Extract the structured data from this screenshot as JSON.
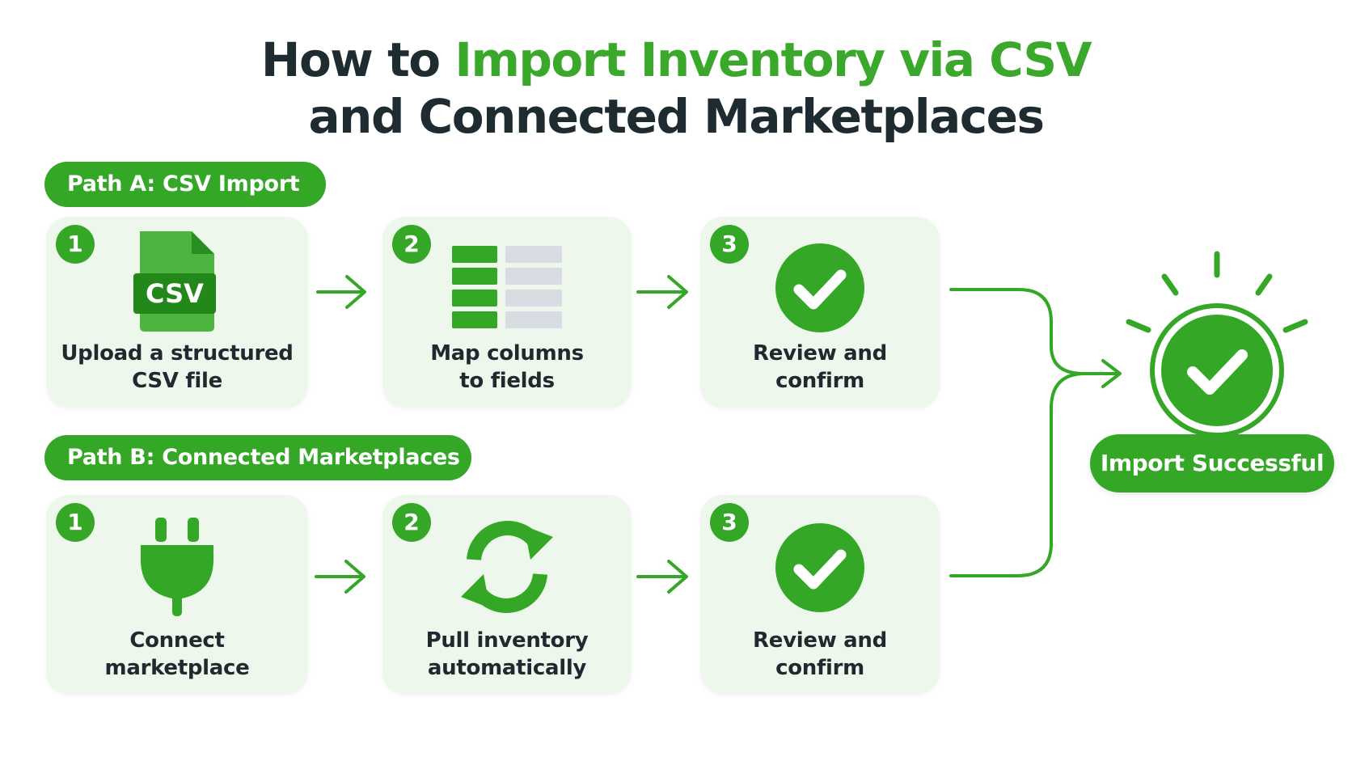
{
  "title": {
    "line1_prefix": "How to ",
    "line1_accent": "Import Inventory via CSV",
    "line2": "and Connected Marketplaces"
  },
  "path_a": {
    "label": "Path A: CSV Import",
    "steps": [
      {
        "number": "1",
        "icon": "csv-file-icon",
        "icon_text": "CSV",
        "label": "Upload a structured\nCSV file"
      },
      {
        "number": "2",
        "icon": "map-columns-icon",
        "label": "Map columns\nto fields"
      },
      {
        "number": "3",
        "icon": "check-circle-icon",
        "label": "Review and\nconfirm"
      }
    ]
  },
  "path_b": {
    "label": "Path B:  Connected Marketplaces",
    "steps": [
      {
        "number": "1",
        "icon": "plug-icon",
        "label": "Connect\nmarketplace"
      },
      {
        "number": "2",
        "icon": "sync-icon",
        "label": "Pull inventory\nautomatically"
      },
      {
        "number": "3",
        "icon": "check-circle-icon",
        "label": "Review and\nconfirm"
      }
    ]
  },
  "result": {
    "icon": "success-check-icon",
    "label": "Import Successful"
  },
  "colors": {
    "brand_green": "#34a727",
    "dark_text": "#1e2b31",
    "card_bg": "#eef7ec",
    "grid_gray": "#d9dde3"
  }
}
